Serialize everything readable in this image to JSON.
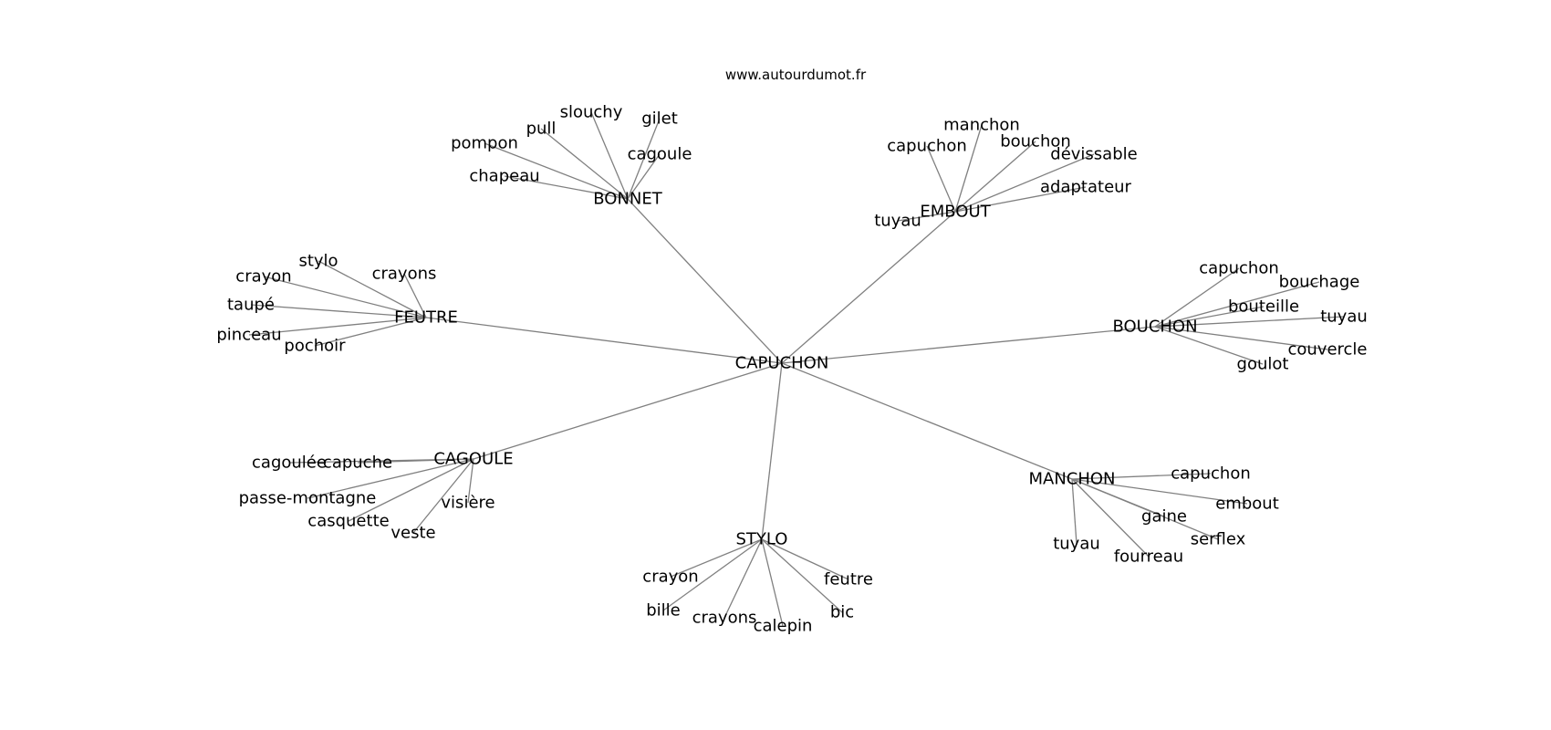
{
  "credit": "www.autourdumot.fr",
  "center": "CAPUCHON",
  "groups": [
    {
      "id": "bonnet",
      "label": "BONNET",
      "leaves": [
        "slouchy",
        "gilet",
        "pull",
        "pompon",
        "cagoule",
        "chapeau"
      ]
    },
    {
      "id": "embout",
      "label": "EMBOUT",
      "leaves": [
        "manchon",
        "capuchon",
        "bouchon",
        "dévissable",
        "adaptateur",
        "tuyau"
      ]
    },
    {
      "id": "feutre",
      "label": "FEUTRE",
      "leaves": [
        "stylo",
        "crayon",
        "crayons",
        "taupé",
        "pinceau",
        "pochoir"
      ]
    },
    {
      "id": "bouchon",
      "label": "BOUCHON",
      "leaves": [
        "capuchon",
        "bouchage",
        "bouteille",
        "tuyau",
        "couvercle",
        "goulot"
      ]
    },
    {
      "id": "cagoule",
      "label": "CAGOULE",
      "leaves": [
        "cagoulée",
        "capuche",
        "passe-montagne",
        "visière",
        "casquette",
        "veste"
      ]
    },
    {
      "id": "manchon",
      "label": "MANCHON",
      "leaves": [
        "capuchon",
        "embout",
        "gaine",
        "serflex",
        "tuyau",
        "fourreau"
      ]
    },
    {
      "id": "stylo",
      "label": "STYLO",
      "leaves": [
        "crayon",
        "feutre",
        "bille",
        "crayons",
        "calepin",
        "bic"
      ]
    }
  ]
}
